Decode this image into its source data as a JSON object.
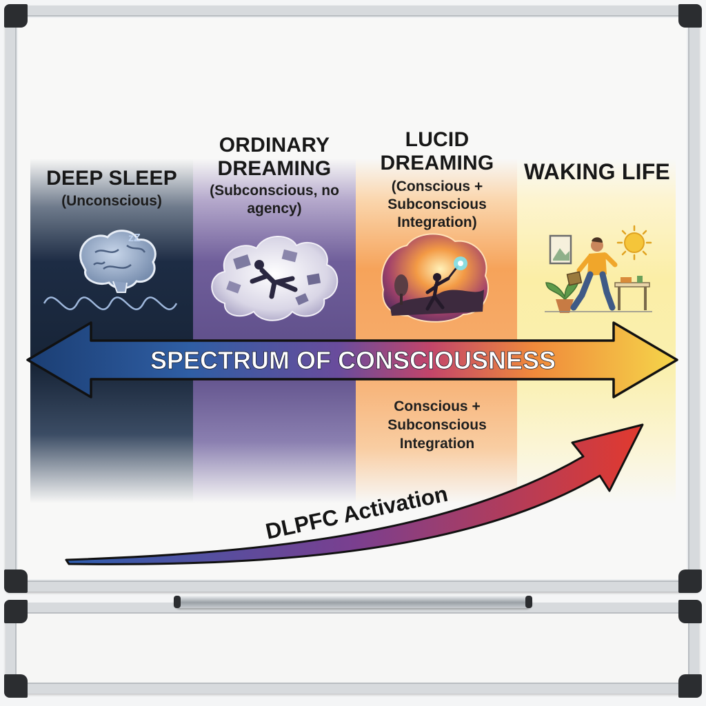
{
  "stages": [
    {
      "title": "DEEP SLEEP",
      "subtitle": "(Unconscious)"
    },
    {
      "title": "ORDINARY DREAMING",
      "subtitle": "(Subconscious, no agency)"
    },
    {
      "title": "LUCID DREAMING",
      "subtitle": "(Conscious + Subconscious Integration)"
    },
    {
      "title": "WAKING LIFE",
      "subtitle": ""
    }
  ],
  "spectrum_label": "SPECTRUM OF CONSCIOUSNESS",
  "integration_note": "Conscious + Subconscious Integration",
  "activation_label": "DLPFC Activation",
  "zz_text": "zZ",
  "colors": {
    "deep_sleep": "#1d2c44",
    "ordinary_dreaming": "#6f5e9a",
    "lucid_dreaming": "#f6a35a",
    "waking_life": "#fbeea6",
    "activation_start": "#2f5fb0",
    "activation_end": "#e23a2e"
  },
  "icons": [
    "brain-icon",
    "dream-cloud-icon",
    "lucid-scene-icon",
    "waking-scene-icon"
  ]
}
